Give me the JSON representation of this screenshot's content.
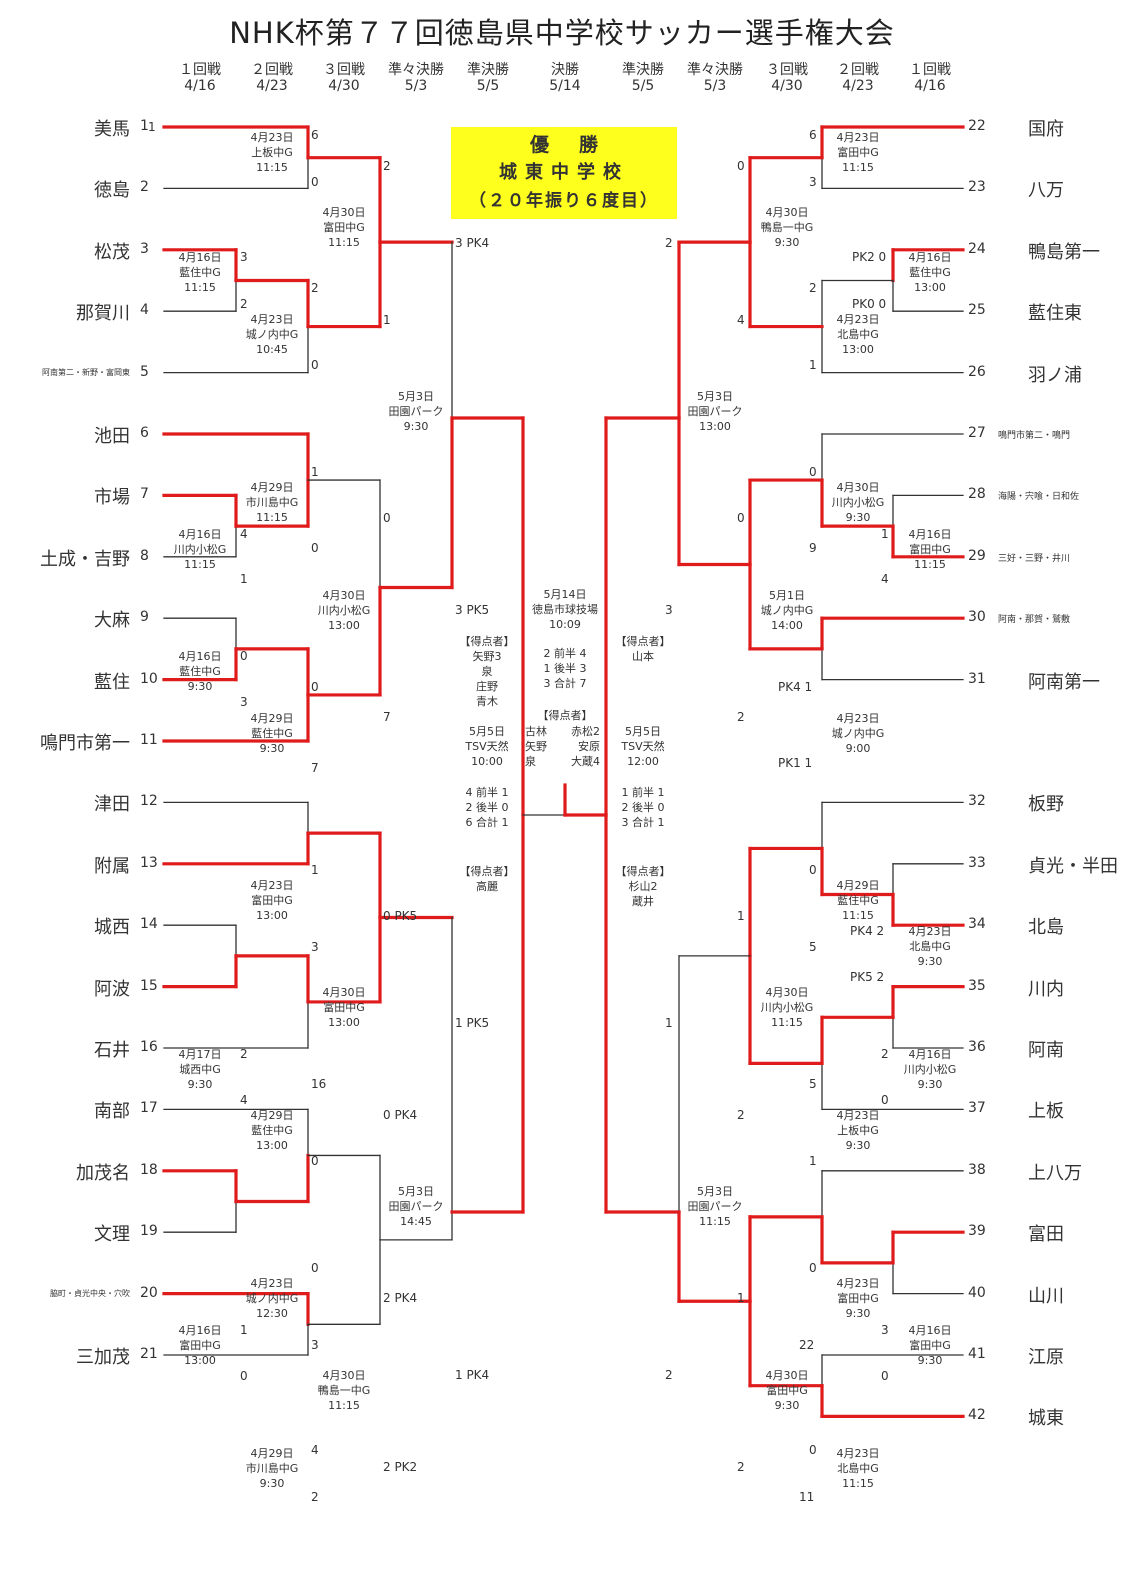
{
  "title": "NHK杯第７７回徳島県中学校サッカー選手権大会",
  "colors": {
    "winner_line": "#e01b1b",
    "line": "#333333",
    "highlight": "#ffff1e"
  },
  "round_headers": {
    "left": [
      {
        "name": "１回戦",
        "date": "4/16"
      },
      {
        "name": "２回戦",
        "date": "4/23"
      },
      {
        "name": "３回戦",
        "date": "4/30"
      },
      {
        "name": "準々決勝",
        "date": "5/3"
      },
      {
        "name": "準決勝",
        "date": "5/5"
      }
    ],
    "final": {
      "name": "決勝",
      "date": "5/14"
    },
    "right": [
      {
        "name": "準決勝",
        "date": "5/5"
      },
      {
        "name": "準々決勝",
        "date": "5/3"
      },
      {
        "name": "３回戦",
        "date": "4/30"
      },
      {
        "name": "２回戦",
        "date": "4/23"
      },
      {
        "name": "１回戦",
        "date": "4/16"
      }
    ]
  },
  "winner": {
    "label": "優勝",
    "school": "城東中学校",
    "note": "（２０年振り６度目）"
  },
  "teams_left": [
    {
      "seed": "1",
      "name": "美馬"
    },
    {
      "seed": "2",
      "name": "徳島"
    },
    {
      "seed": "3",
      "name": "松茂"
    },
    {
      "seed": "4",
      "name": "那賀川"
    },
    {
      "seed": "5",
      "name": "阿南第二・新野・富岡東"
    },
    {
      "seed": "6",
      "name": "池田"
    },
    {
      "seed": "7",
      "name": "市場"
    },
    {
      "seed": "8",
      "name": "土成・吉野"
    },
    {
      "seed": "9",
      "name": "大麻"
    },
    {
      "seed": "10",
      "name": "藍住"
    },
    {
      "seed": "11",
      "name": "鳴門市第一"
    },
    {
      "seed": "12",
      "name": "津田"
    },
    {
      "seed": "13",
      "name": "附属"
    },
    {
      "seed": "14",
      "name": "城西"
    },
    {
      "seed": "15",
      "name": "阿波"
    },
    {
      "seed": "16",
      "name": "石井"
    },
    {
      "seed": "17",
      "name": "南部"
    },
    {
      "seed": "18",
      "name": "加茂名"
    },
    {
      "seed": "19",
      "name": "文理"
    },
    {
      "seed": "20",
      "name": "脇町・貞光中央・穴吹"
    },
    {
      "seed": "21",
      "name": "三加茂"
    }
  ],
  "teams_right": [
    {
      "seed": "22",
      "name": "国府"
    },
    {
      "seed": "23",
      "name": "八万"
    },
    {
      "seed": "24",
      "name": "鴨島第一"
    },
    {
      "seed": "25",
      "name": "藍住東"
    },
    {
      "seed": "26",
      "name": "羽ノ浦"
    },
    {
      "seed": "27",
      "name": "鳴門市第二・鳴門"
    },
    {
      "seed": "28",
      "name": "海陽・宍喰・日和佐"
    },
    {
      "seed": "29",
      "name": "三好・三野・井川"
    },
    {
      "seed": "30",
      "name": "阿南・那賀・鷲敷"
    },
    {
      "seed": "31",
      "name": "阿南第一"
    },
    {
      "seed": "32",
      "name": "板野"
    },
    {
      "seed": "33",
      "name": "貞光・半田"
    },
    {
      "seed": "34",
      "name": "北島"
    },
    {
      "seed": "35",
      "name": "川内"
    },
    {
      "seed": "36",
      "name": "阿南"
    },
    {
      "seed": "37",
      "name": "上板"
    },
    {
      "seed": "38",
      "name": "上八万"
    },
    {
      "seed": "39",
      "name": "富田"
    },
    {
      "seed": "40",
      "name": "山川"
    },
    {
      "seed": "41",
      "name": "江原"
    },
    {
      "seed": "42",
      "name": "城東"
    }
  ],
  "match_info": {
    "L_r1_34": [
      "4月16日",
      "藍住中G",
      "11:15"
    ],
    "L_r2_12": [
      "4月23日",
      "上板中G",
      "11:15"
    ],
    "L_r2_345": [
      "4月23日",
      "城ノ内中G",
      "10:45"
    ],
    "L_r3_15": [
      "4月30日",
      "富田中G",
      "11:15"
    ],
    "L_qf_111": [
      "5月3日",
      "田園パーク",
      "9:30"
    ],
    "L_r1_78": [
      "4月16日",
      "川内小松G",
      "11:15"
    ],
    "L_r2_678": [
      "4月29日",
      "市川島中G",
      "11:15"
    ],
    "L_r1_910": [
      "4月16日",
      "藍住中G",
      "9:30"
    ],
    "L_r2_91011": [
      "4月29日",
      "藍住中G",
      "9:30"
    ],
    "L_r3_611": [
      "4月30日",
      "川内小松G",
      "13:00"
    ],
    "L_r2_1213": [
      "4月23日",
      "富田中G",
      "13:00"
    ],
    "L_r1_1415": [
      "4月17日",
      "城西中G",
      "9:30"
    ],
    "L_r2_141516": [
      "4月29日",
      "藍住中G",
      "13:00"
    ],
    "L_r3_1216": [
      "4月30日",
      "富田中G",
      "13:00"
    ],
    "L_qf_1221": [
      "5月3日",
      "田園パーク",
      "14:45"
    ],
    "L_r2_171819": [
      "4月23日",
      "城ノ内中G",
      "12:30"
    ],
    "L_r1_1819": [
      "4月16日",
      "富田中G",
      "13:00"
    ],
    "L_r3_1721": [
      "4月30日",
      "鴨島一中G",
      "11:15"
    ],
    "L_r2_2021": [
      "4月29日",
      "市川島中G",
      "9:30"
    ],
    "R_r2_2223": [
      "4月23日",
      "富田中G",
      "11:15"
    ],
    "R_r3_2226": [
      "4月30日",
      "鴨島一中G",
      "9:30"
    ],
    "R_r1_2425": [
      "4月16日",
      "藍住中G",
      "13:00"
    ],
    "R_r2_242526": [
      "4月23日",
      "北島中G",
      "13:00"
    ],
    "R_qf_2231": [
      "5月3日",
      "田園パーク",
      "13:00"
    ],
    "R_r2_272829": [
      "4月30日",
      "川内小松G",
      "9:30"
    ],
    "R_r1_2829": [
      "4月16日",
      "富田中G",
      "11:15"
    ],
    "R_r3_2731": [
      "5月1日",
      "城ノ内中G",
      "14:00"
    ],
    "R_r2_3031": [
      "4月23日",
      "城ノ内中G",
      "9:00"
    ],
    "R_r2_323334": [
      "4月29日",
      "藍住中G",
      "11:15"
    ],
    "R_r1_3334": [
      "4月23日",
      "北島中G",
      "9:30"
    ],
    "R_r3_3237": [
      "4月30日",
      "川内小松G",
      "11:15"
    ],
    "R_r1_3536": [
      "4月16日",
      "川内小松G",
      "9:30"
    ],
    "R_r2_353637": [
      "4月23日",
      "上板中G",
      "9:30"
    ],
    "R_qf_3242": [
      "5月3日",
      "田園パーク",
      "11:15"
    ],
    "R_r2_383940": [
      "4月23日",
      "富田中G",
      "9:30"
    ],
    "R_r1_3940": [
      "4月16日",
      "富田中G",
      "9:30"
    ],
    "R_r3_3842": [
      "4月30日",
      "富田中G",
      "9:30"
    ],
    "R_r2_4142": [
      "4月23日",
      "北島中G",
      "11:15"
    ],
    "final": [
      "5月14日",
      "徳島市球技場",
      "10:09"
    ],
    "sf_left": [
      "5月5日",
      "TSV天然",
      "10:00"
    ],
    "sf_right": [
      "5月5日",
      "TSV天然",
      "12:00"
    ]
  },
  "score_marks": [
    {
      "id": "s1",
      "text": "1"
    },
    {
      "id": "s2",
      "text": "6"
    },
    {
      "id": "s3",
      "text": "0"
    },
    {
      "id": "s4",
      "text": "2"
    },
    {
      "id": "s5",
      "text": "3"
    },
    {
      "id": "s6",
      "text": "2"
    },
    {
      "id": "s7",
      "text": "2"
    },
    {
      "id": "s8",
      "text": "1"
    },
    {
      "id": "s9",
      "text": "0"
    },
    {
      "id": "s10",
      "text": "3 PK4"
    },
    {
      "id": "s11",
      "text": "1"
    },
    {
      "id": "s12",
      "text": "4"
    },
    {
      "id": "s13",
      "text": "0"
    },
    {
      "id": "s14",
      "text": "1"
    },
    {
      "id": "s15",
      "text": "0"
    },
    {
      "id": "s16",
      "text": "0"
    },
    {
      "id": "s17",
      "text": "0"
    },
    {
      "id": "s18",
      "text": "3"
    },
    {
      "id": "s19",
      "text": "7"
    },
    {
      "id": "s20",
      "text": "7"
    },
    {
      "id": "s21",
      "text": "3 PK5"
    },
    {
      "id": "s22",
      "text": "1"
    },
    {
      "id": "s23",
      "text": "3"
    },
    {
      "id": "s24",
      "text": "0 PK5"
    },
    {
      "id": "s25",
      "text": "2"
    },
    {
      "id": "s26",
      "text": "4"
    },
    {
      "id": "s27",
      "text": "16"
    },
    {
      "id": "s28",
      "text": "0"
    },
    {
      "id": "s29",
      "text": "0 PK4"
    },
    {
      "id": "s30",
      "text": "1 PK5"
    },
    {
      "id": "s31",
      "text": "0"
    },
    {
      "id": "s32",
      "text": "3"
    },
    {
      "id": "s33",
      "text": "1"
    },
    {
      "id": "s34",
      "text": "0"
    },
    {
      "id": "s35",
      "text": "2 PK4"
    },
    {
      "id": "s36",
      "text": "1 PK4"
    },
    {
      "id": "s37",
      "text": "4"
    },
    {
      "id": "s38",
      "text": "2"
    },
    {
      "id": "s39",
      "text": "2 PK2"
    },
    {
      "id": "r1",
      "text": "6"
    },
    {
      "id": "r2",
      "text": "3"
    },
    {
      "id": "r3",
      "text": "0"
    },
    {
      "id": "r4",
      "text": "PK2 0"
    },
    {
      "id": "r5",
      "text": "PK0 0"
    },
    {
      "id": "r6",
      "text": "2"
    },
    {
      "id": "r7",
      "text": "1"
    },
    {
      "id": "r8",
      "text": "4"
    },
    {
      "id": "r9",
      "text": "2"
    },
    {
      "id": "r10",
      "text": "0"
    },
    {
      "id": "r11",
      "text": "1"
    },
    {
      "id": "r12",
      "text": "4"
    },
    {
      "id": "r13",
      "text": "9"
    },
    {
      "id": "r14",
      "text": "0"
    },
    {
      "id": "r15",
      "text": "PK4 1"
    },
    {
      "id": "r16",
      "text": "PK1 1"
    },
    {
      "id": "r17",
      "text": "2"
    },
    {
      "id": "r18",
      "text": "3"
    },
    {
      "id": "r19",
      "text": "0"
    },
    {
      "id": "r20",
      "text": "PK4 2"
    },
    {
      "id": "r21",
      "text": "PK5 2"
    },
    {
      "id": "r22",
      "text": "5"
    },
    {
      "id": "r23",
      "text": "1"
    },
    {
      "id": "r24",
      "text": "2"
    },
    {
      "id": "r25",
      "text": "0"
    },
    {
      "id": "r26",
      "text": "5"
    },
    {
      "id": "r27",
      "text": "1"
    },
    {
      "id": "r28",
      "text": "2"
    },
    {
      "id": "r29",
      "text": "1"
    },
    {
      "id": "r30",
      "text": "0"
    },
    {
      "id": "r31",
      "text": "3"
    },
    {
      "id": "r32",
      "text": "0"
    },
    {
      "id": "r33",
      "text": "22"
    },
    {
      "id": "r34",
      "text": "1"
    },
    {
      "id": "r35",
      "text": "0"
    },
    {
      "id": "r36",
      "text": "11"
    },
    {
      "id": "r37",
      "text": "2"
    },
    {
      "id": "r38",
      "text": "2"
    }
  ],
  "center_text": {
    "left_scorers": [
      "【得点者】",
      "矢野3",
      "泉",
      "庄野",
      "青木"
    ],
    "right_scorers": [
      "【得点者】",
      "山本"
    ],
    "final_score": [
      "2 前半 4",
      "1 後半 3",
      "3 合計 7"
    ],
    "final_scorers_title": "【得点者】",
    "final_scorers_left": [
      "古林",
      "矢野",
      "泉"
    ],
    "final_scorers_right": [
      "赤松2",
      "安原",
      "大蔵4"
    ],
    "sf2_left_score": [
      "4 前半 1",
      "2 後半 0",
      "6 合計 1"
    ],
    "sf2_right_score": [
      "1 前半 1",
      "2 後半 0",
      "3 合計 1"
    ],
    "sf2_left_scorers": [
      "【得点者】",
      "高麗"
    ],
    "sf2_right_scorers": [
      "【得点者】",
      "杉山2",
      "蔵井"
    ]
  }
}
